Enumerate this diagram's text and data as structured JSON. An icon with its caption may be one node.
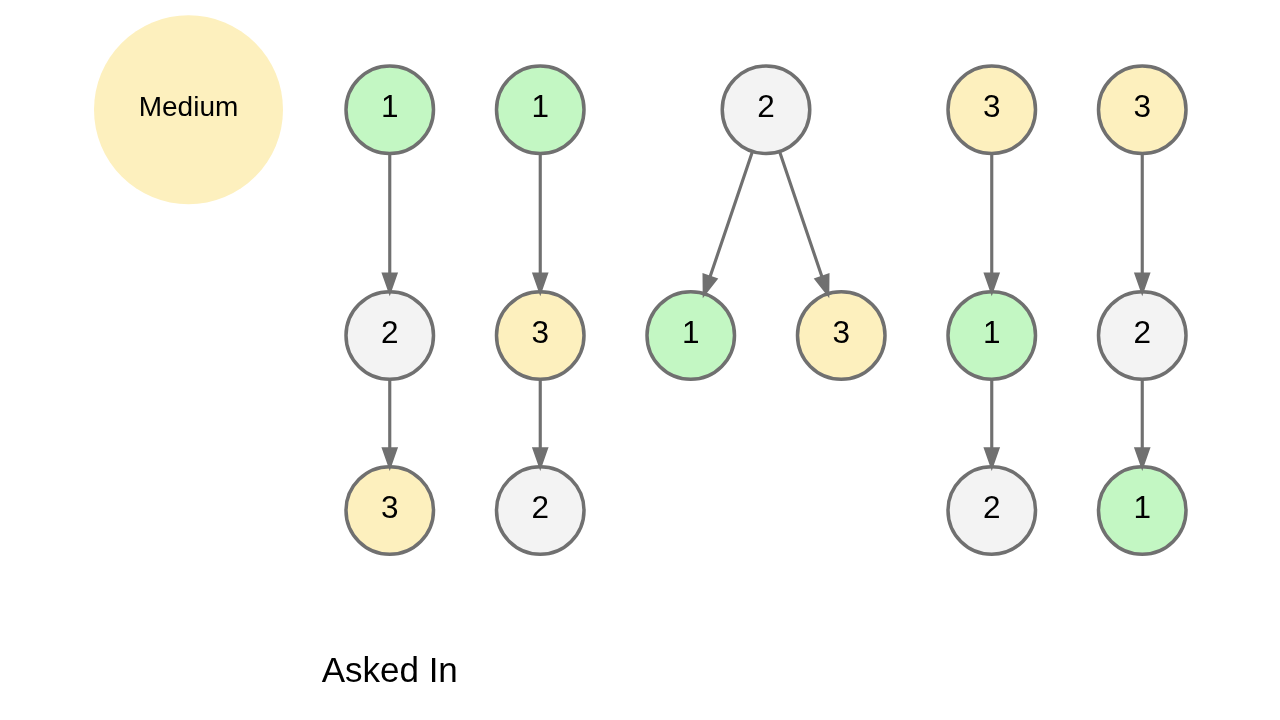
{
  "diagram": {
    "nodes": [
      {
        "text": [
          "Medium"
        ]
      },
      {
        "text": [
          "1"
        ]
      },
      {
        "text": [
          "2"
        ]
      },
      {
        "text": [
          "3"
        ]
      },
      {
        "text": [
          "1"
        ]
      },
      {
        "text": [
          "3"
        ]
      },
      {
        "text": [
          "2"
        ]
      },
      {
        "text": [
          "2"
        ]
      },
      {
        "text": [
          "1"
        ]
      },
      {
        "text": [
          "3"
        ]
      },
      {
        "text": [
          "3"
        ]
      },
      {
        "text": [
          "1"
        ]
      },
      {
        "text": [
          "2"
        ]
      },
      {
        "text": [
          "3"
        ]
      },
      {
        "text": [
          "2"
        ]
      },
      {
        "text": [
          "1"
        ]
      }
    ],
    "edges": [
      {
        "from": 1,
        "to": 2,
        "arrow": "to"
      },
      {
        "from": 2,
        "to": 3,
        "arrow": "to"
      },
      {
        "from": 4,
        "to": 5,
        "arrow": "to"
      },
      {
        "from": 5,
        "to": 6,
        "arrow": "to"
      },
      {
        "from": 7,
        "to": 8,
        "arrow": "to"
      },
      {
        "from": 7,
        "to": 9,
        "arrow": "to"
      },
      {
        "from": 10,
        "to": 11,
        "arrow": "to"
      },
      {
        "from": 11,
        "to": 12,
        "arrow": "to"
      },
      {
        "from": 13,
        "to": 14,
        "arrow": "to"
      },
      {
        "from": 14,
        "to": 15,
        "arrow": "to"
      }
    ],
    "labels": [
      "Asked In"
    ]
  }
}
